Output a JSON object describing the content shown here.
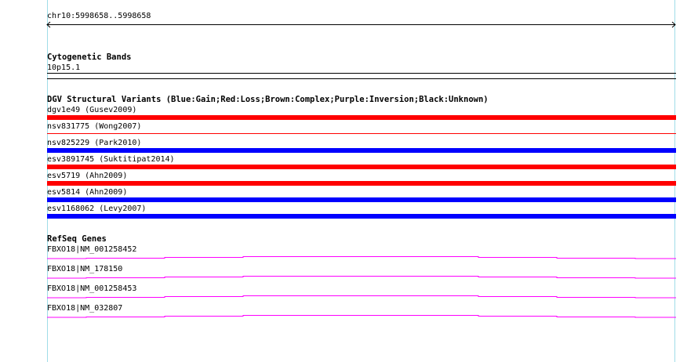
{
  "ruler": {
    "location": "chr10:5998658..5998658"
  },
  "cytoband": {
    "title": "Cytogenetic Bands",
    "band": "10p15.1"
  },
  "dgv": {
    "title": "DGV Structural Variants (Blue:Gain;Red:Loss;Brown:Complex;Purple:Inversion;Black:Unknown)",
    "items": [
      {
        "label": "dgv1e49 (Gusev2009)",
        "color": "#ff0000",
        "thick": true
      },
      {
        "label": "nsv831775 (Wong2007)",
        "color": "#ff0000",
        "thick": false
      },
      {
        "label": "nsv825229 (Park2010)",
        "color": "#0000ff",
        "thick": true
      },
      {
        "label": "esv3891745 (Suktitipat2014)",
        "color": "#ff0000",
        "thick": true
      },
      {
        "label": "esv5719 (Ahn2009)",
        "color": "#ff0000",
        "thick": true
      },
      {
        "label": "esv5814 (Ahn2009)",
        "color": "#0000ff",
        "thick": true
      },
      {
        "label": "esv1168062 (Levy2007)",
        "color": "#0000ff",
        "thick": true
      }
    ]
  },
  "refseq": {
    "title": "RefSeq Genes",
    "color": "#ff00ff",
    "items": [
      {
        "label": "FBXO18|NM_001258452"
      },
      {
        "label": "FBXO18|NM_178150"
      },
      {
        "label": "FBXO18|NM_001258453"
      },
      {
        "label": "FBXO18|NM_032807"
      }
    ]
  }
}
